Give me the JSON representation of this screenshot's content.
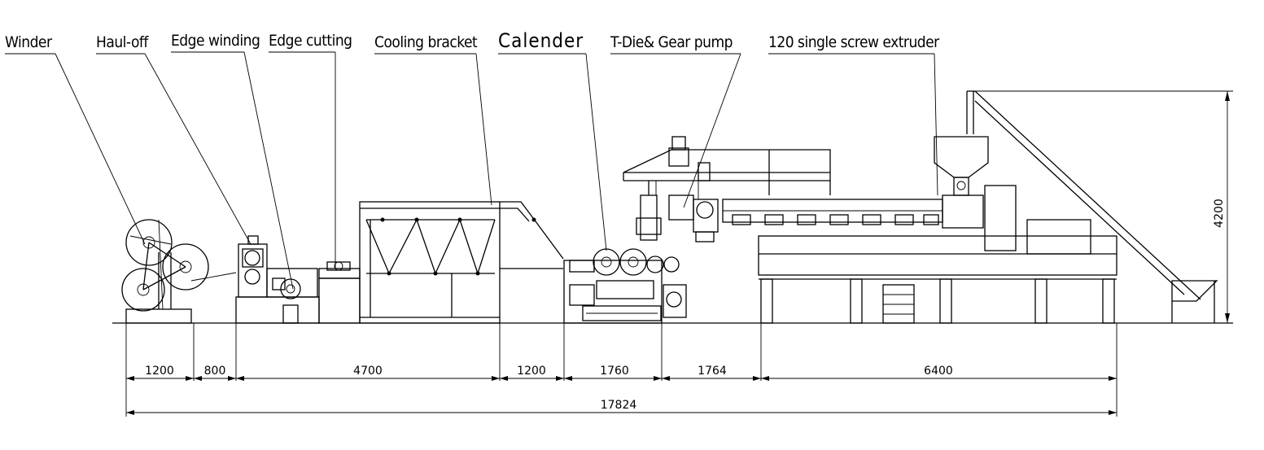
{
  "labels": {
    "winder": "Winder",
    "haul_off": "Haul-off",
    "edge_winding": "Edge winding",
    "edge_cutting": "Edge cutting",
    "cooling_bracket": "Cooling bracket",
    "calender": "Calender",
    "tdie_gear_pump": "T-Die& Gear pump",
    "extruder": "120 single screw extruder"
  },
  "dimensions": {
    "d1": "1200",
    "d2": "800",
    "d3": "4700",
    "d4": "1200",
    "d5": "1760",
    "d6": "1764",
    "d7": "6400",
    "total": "17824",
    "height": "4200"
  }
}
